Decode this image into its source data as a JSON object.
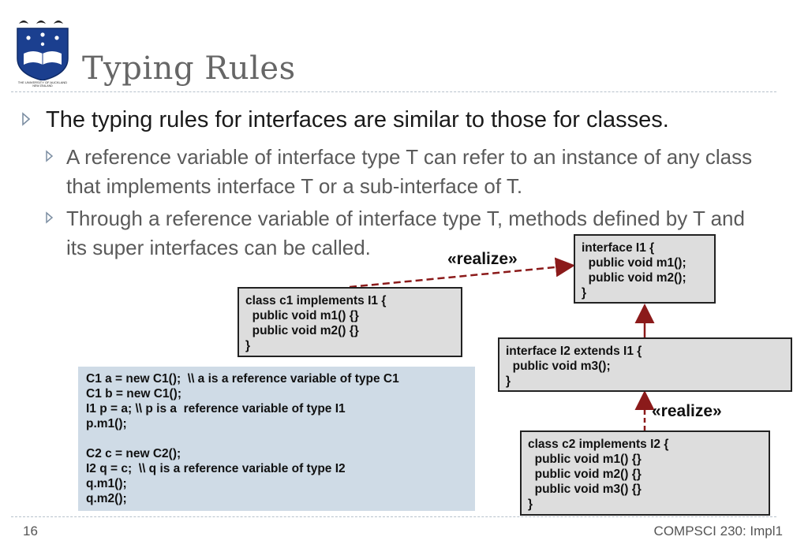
{
  "slide": {
    "title": "Typing Rules",
    "bullet1": "The typing rules for interfaces are similar to those for classes.",
    "sub1": "A reference variable of interface type T can refer to an instance of any class that implements interface T or a sub-interface of  T.",
    "sub2": "Through a reference variable of interface type T, methods defined by T and its super interfaces can be called."
  },
  "logo": {
    "name": "university-of-auckland-crest",
    "text": "THE UNIVERSITY OF AUCKLAND NEW ZEALAND"
  },
  "diagram": {
    "interface_i1": "interface I1 {\n  public void m1();\n  public void m2();\n}",
    "class_c1": "class c1 implements I1 {\n  public void m1() {}\n  public void m2() {}\n}",
    "interface_i2": "interface I2 extends I1 {\n  public void m3();\n}",
    "class_c2": "class c2 implements I2 {\n  public void m1() {}\n  public void m2() {}\n  public void m3() {}\n}",
    "realize_label_1": "«realize»",
    "realize_label_2": "«realize»"
  },
  "code_example": "C1 a = new C1();  \\\\ a is a reference variable of type C1\nC1 b = new C1();\nI1 p = a; \\\\ p is a  reference variable of type I1\np.m1();\n\nC2 c = new C2();\nI2 q = c;  \\\\ q is a reference variable of type I2\nq.m1();\nq.m2();",
  "footer": {
    "page_number": "16",
    "course": "COMPSCI 230: Impl1"
  },
  "colors": {
    "arrow": "#8b1a1a",
    "code_panel": "#cfdbe6",
    "uml_box": "#dddddd",
    "bullet": "#7d8fa3"
  }
}
